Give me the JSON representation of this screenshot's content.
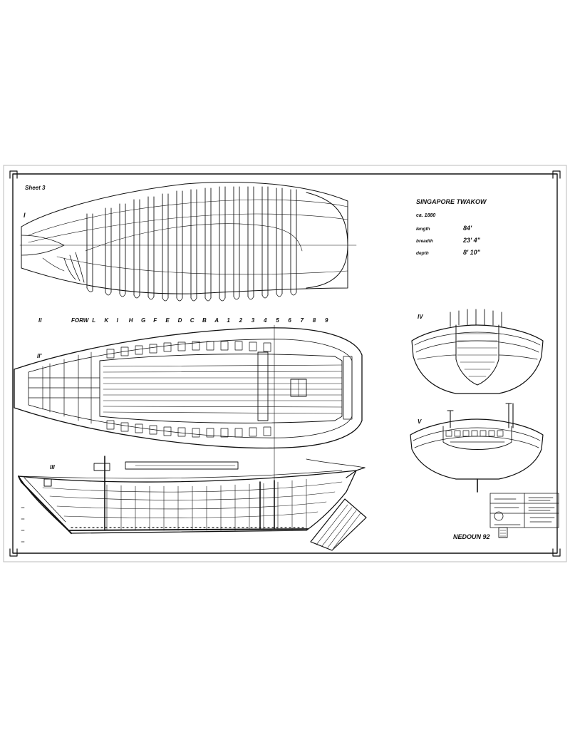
{
  "sheet": {
    "sheet_label": "Sheet 3",
    "colors": {
      "ink": "#111111",
      "paper": "#ffffff"
    }
  },
  "title_block": {
    "title": "SINGAPORE TWAKOW",
    "subtitle": "ca. 1880",
    "specs": [
      {
        "label": "length",
        "value": "84'"
      },
      {
        "label": "breadth",
        "value": "23' 4\""
      },
      {
        "label": "depth",
        "value": "8' 10\""
      }
    ]
  },
  "views": {
    "top_view": {
      "label": "I"
    },
    "station_row": {
      "label": "II",
      "stations": [
        "FORW",
        "L",
        "K",
        "I",
        "H",
        "G",
        "F",
        "E",
        "D",
        "C",
        "B",
        "A",
        "1",
        "2",
        "3",
        "4",
        "5",
        "6",
        "7",
        "8",
        "9"
      ]
    },
    "deck_plan": {
      "label": "II'"
    },
    "profile": {
      "label": "III"
    },
    "section_upper": {
      "label": "IV"
    },
    "section_lower": {
      "label": "V"
    }
  },
  "footer": {
    "drawing_no": "NEDOUN 92"
  }
}
